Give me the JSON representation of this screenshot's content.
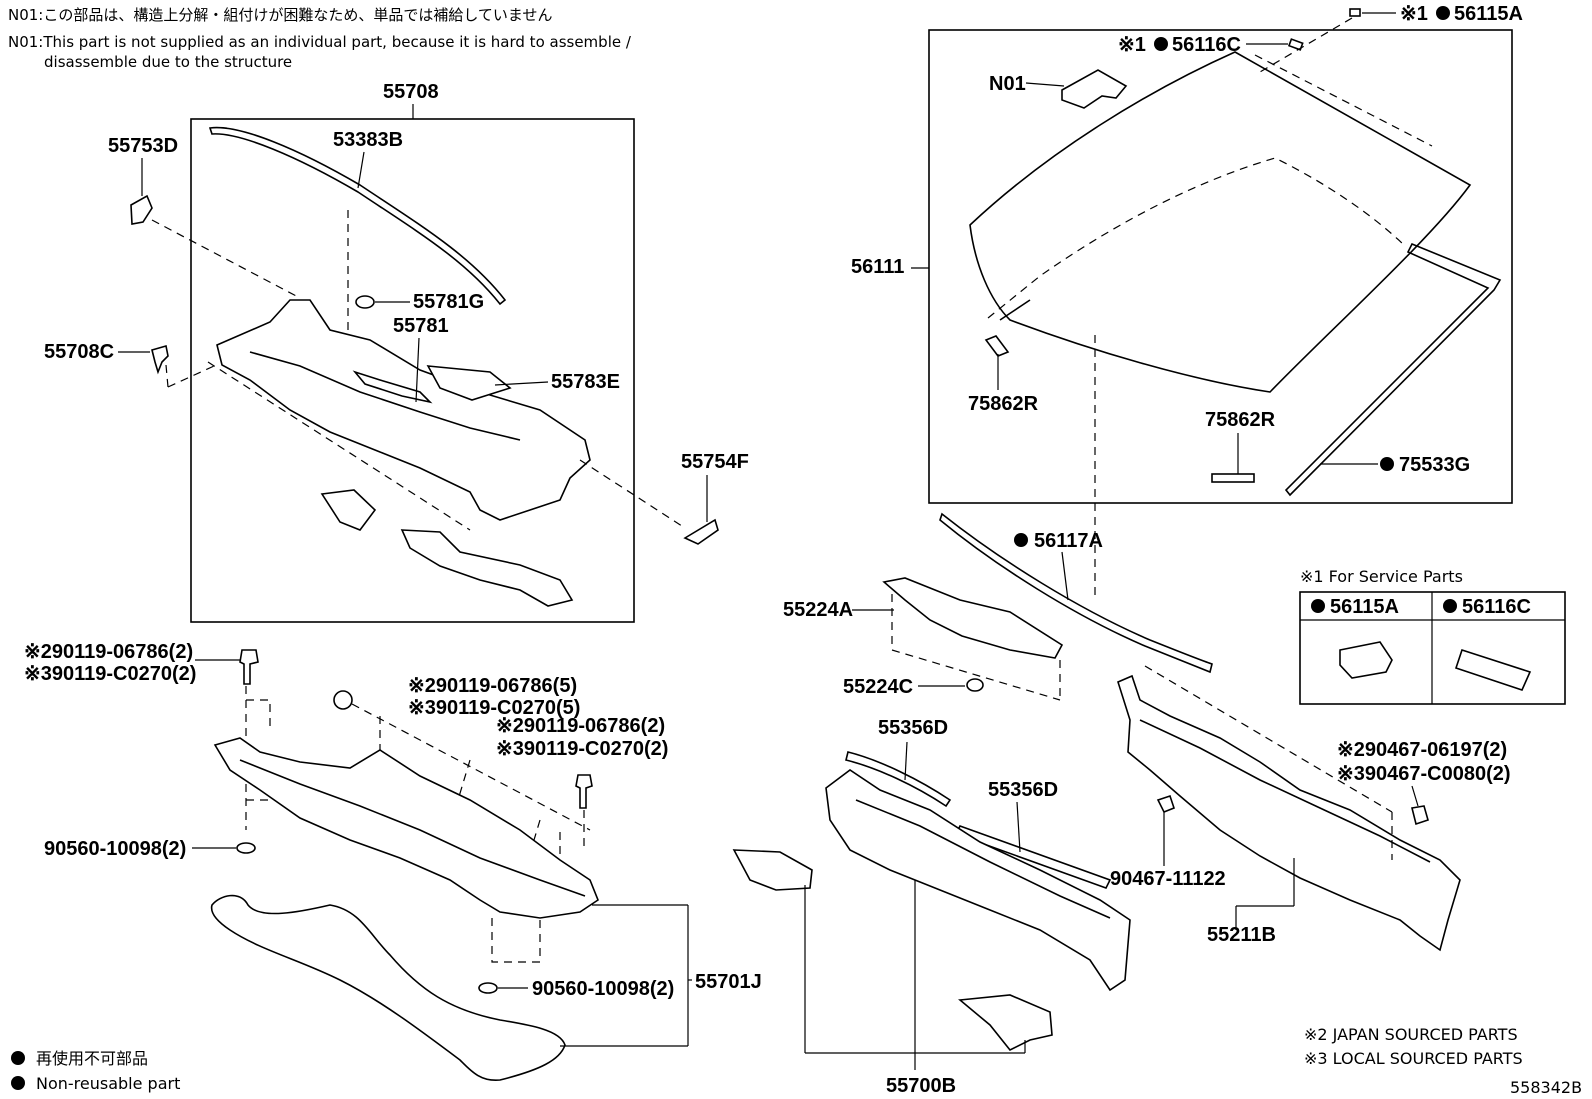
{
  "notes": {
    "n01_jp": "N01:この部品は、構造上分解・組付けが困難なため、単品では補給していません",
    "n01_en_line1": "N01:This part is not supplied as an individual part, because it is hard to assemble /",
    "n01_en_line2": "disassemble due to the structure"
  },
  "labels": {
    "p55708": "55708",
    "p53383B": "53383B",
    "p55753D": "55753D",
    "p55781G": "55781G",
    "p55781": "55781",
    "p55708C": "55708C",
    "p55783E": "55783E",
    "p55754F": "55754F",
    "p56115A_top": "56115A",
    "p56116C_top": "56116C",
    "pN01": "N01",
    "p56111": "56111",
    "p75862R_left": "75862R",
    "p75862R_right": "75862R",
    "p75533G": "75533G",
    "p56117A": "56117A",
    "p55224A": "55224A",
    "p55224C": "55224C",
    "p55356D_a": "55356D",
    "p55356D_b": "55356D",
    "p55700B": "55700B",
    "p55211B": "55211B",
    "p90467_11122": "90467-11122",
    "p55701J": "55701J",
    "p90560_a": "90560-10098(2)",
    "p90560_b": "90560-10098(2)",
    "bolt1_jp": "※290119-06786(2)",
    "bolt1_local": "※390119-C0270(2)",
    "bolt2_jp": "※290119-06786(5)",
    "bolt2_local": "※390119-C0270(5)",
    "bolt3_jp": "※290119-06786(2)",
    "bolt3_local": "※390119-C0270(2)",
    "clip_jp": "※290467-06197(2)",
    "clip_local": "※390467-C0080(2)",
    "mark1": "※1"
  },
  "service_box": {
    "title": "※1 For Service Parts",
    "col1": "56115A",
    "col2": "56116C"
  },
  "legend": {
    "nonreuse_jp": "再使用不可部品",
    "nonreuse_en": "Non-reusable part",
    "japan": "※2 JAPAN SOURCED PARTS",
    "local": "※3 LOCAL SOURCED PARTS"
  },
  "figure_id": "558342B"
}
